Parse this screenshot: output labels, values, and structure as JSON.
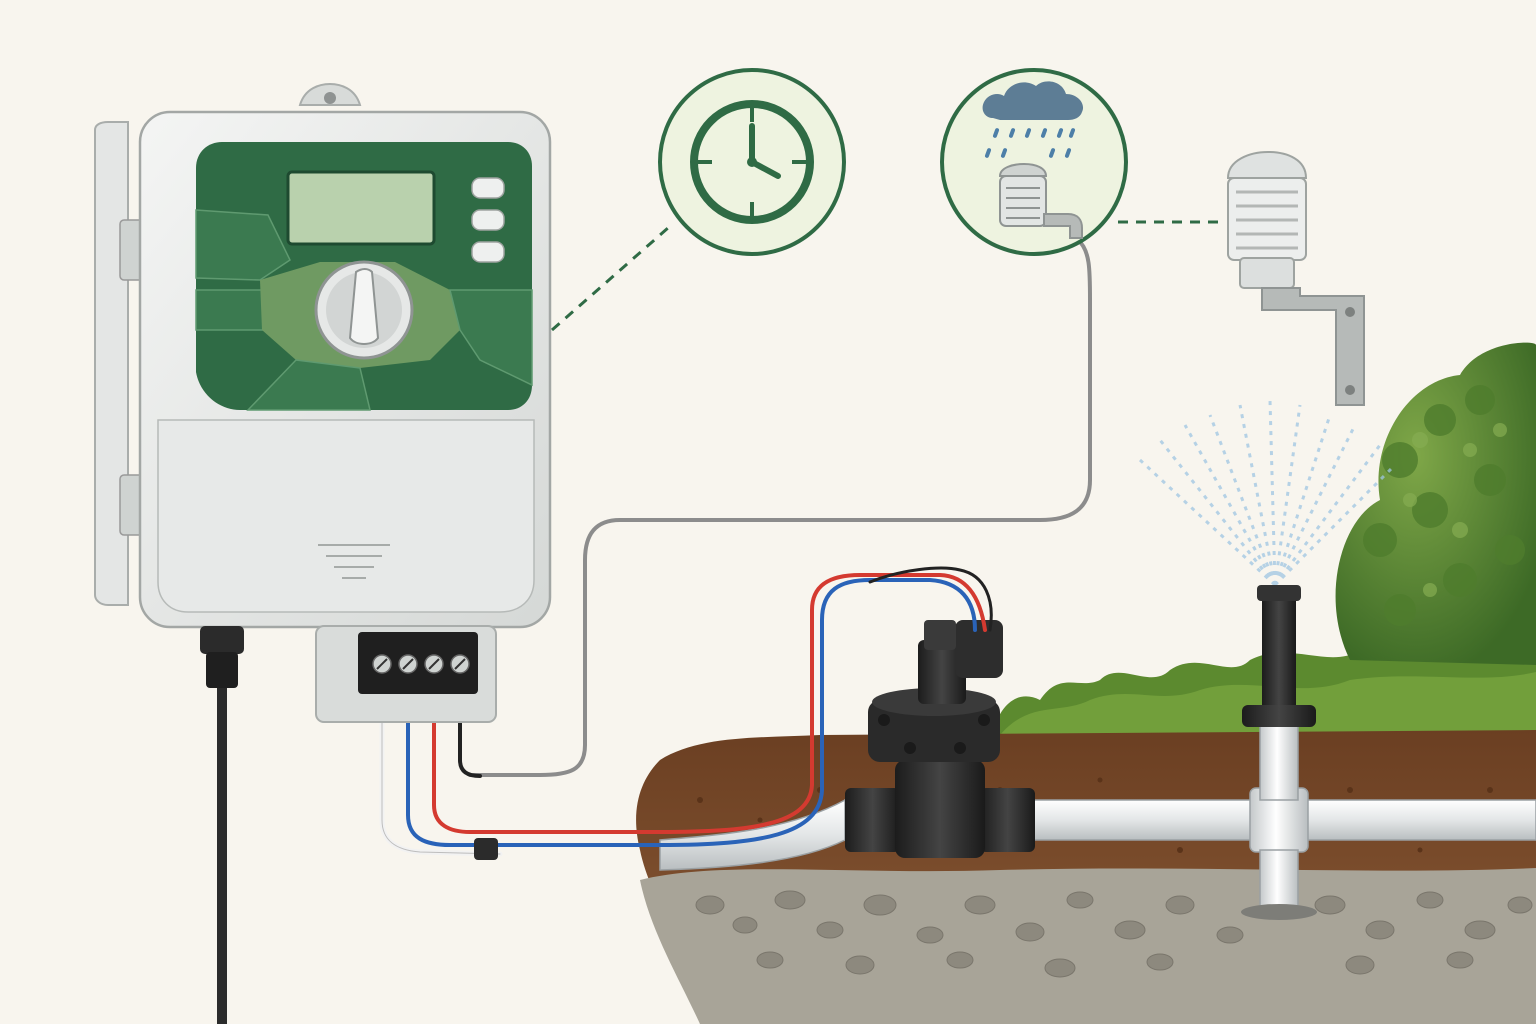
{
  "diagram": {
    "components": [
      {
        "id": "controller",
        "icon": "irrigation-controller-icon"
      },
      {
        "id": "timer-callout",
        "icon": "clock-icon"
      },
      {
        "id": "rain-sensor-callout",
        "icon": "rain-cloud-icon"
      },
      {
        "id": "rain-sensor",
        "icon": "rain-sensor-icon"
      },
      {
        "id": "solenoid-valve",
        "icon": "solenoid-valve-icon"
      },
      {
        "id": "sprinkler-head",
        "icon": "pop-up-sprinkler-icon"
      },
      {
        "id": "shrub",
        "icon": "shrub-icon"
      }
    ],
    "terminal_count": 4,
    "wire_colors": {
      "white": "#f2f2f2",
      "blue": "#2a63b8",
      "red": "#d43a30",
      "black": "#222222",
      "sensor": "#8c8c8c"
    },
    "colors": {
      "controller_panel": "#2f6b45",
      "panel_light": "#6f9a62",
      "lcd": "#b9d1ad",
      "callout_ring": "#2f6b45",
      "callout_fill": "#eef3e0",
      "soil": "#7a4a2a",
      "gravel": "#9a968c",
      "grass": "#5c8a2f",
      "pipe": "#e6e9ea",
      "valve": "#2b2b2b",
      "rain_cloud": "#5d7d95",
      "rain_drops": "#4d7fa8",
      "spray": "#9fc6e2"
    }
  }
}
